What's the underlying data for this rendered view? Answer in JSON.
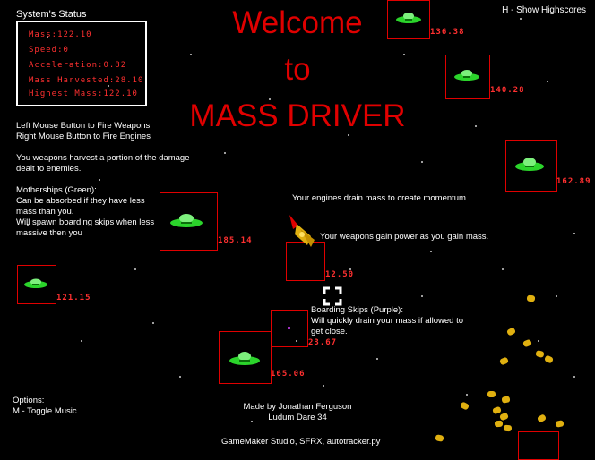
{
  "title": {
    "line1": "Welcome",
    "line2": "to",
    "line3": "MASS DRIVER"
  },
  "status": {
    "label": "System's Status",
    "mass": "Mass:122.10",
    "speed": "Speed:0",
    "acceleration": "Acceleration:0.82",
    "harvested": "Mass Harvested:28.10",
    "highest": "Highest Mass:122.10"
  },
  "hint_highscores": "H - Show Highscores",
  "help": {
    "fire_weapons": "Left Mouse Button to Fire Weapons",
    "fire_engines": "Right Mouse Button to Fire Engines",
    "harvest_1": "You weapons harvest a portion of the damage",
    "harvest_2": "dealt to enemies.",
    "motherships_title": "Motherships (Green):",
    "motherships_1": "Can be absorbed if they have less",
    "motherships_2": "mass than you.",
    "motherships_3": "Will spawn boarding skips when less",
    "motherships_4": "massive then you",
    "engines": "Your engines drain mass to create momentum.",
    "weapons": "Your weapons gain power as you gain mass.",
    "skips_title": "Boarding Skips (Purple):",
    "skips_1": "Will quickly drain your mass if allowed to",
    "skips_2": "get close."
  },
  "options": {
    "title": "Options:",
    "music": "M - Toggle Music"
  },
  "credits": {
    "author": "Made by Jonathan Ferguson",
    "event": "Ludum Dare 34",
    "tools": "GameMaker Studio, SFRX, autotracker.py"
  },
  "enemies": {
    "ship_1": "136.38",
    "ship_2": "140.28",
    "ship_3": "162.89",
    "ship_4": "185.14",
    "ship_5": "121.15",
    "ship_6": "165.06",
    "player_mass": "12.50",
    "skip_mass": "23.67"
  },
  "colors": {
    "title": "#e00000",
    "stat_text": "#ff3030",
    "mothership": "#2bd42b",
    "rock": "#e0b010"
  }
}
